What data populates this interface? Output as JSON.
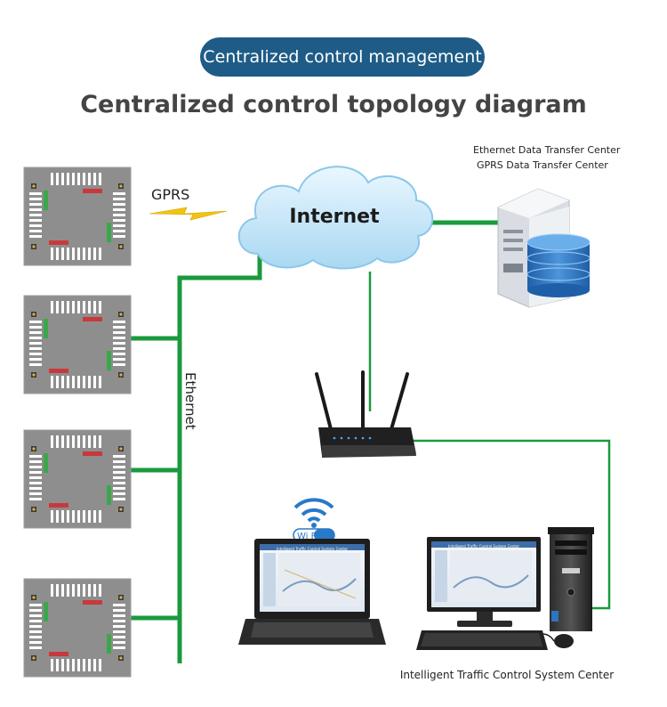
{
  "header": {
    "badge": "Centralized control management",
    "title": "Centralized control topology diagram"
  },
  "cloud": {
    "label": "Internet"
  },
  "gprs_label": "GPRS",
  "ethernet_label": "Ethernet",
  "server": {
    "line1": "Ethernet Data Transfer Center",
    "line2": "GPRS Data Transfer Center"
  },
  "wifi_label": "Wi Fi",
  "screen_title": "Intelligent Traffic Control System Center",
  "footer_label": "Intelligent Traffic Control System Center",
  "colors": {
    "accent": "#1e5c87",
    "link": "#1a9a3c",
    "cloud": "#bfe3f7"
  }
}
